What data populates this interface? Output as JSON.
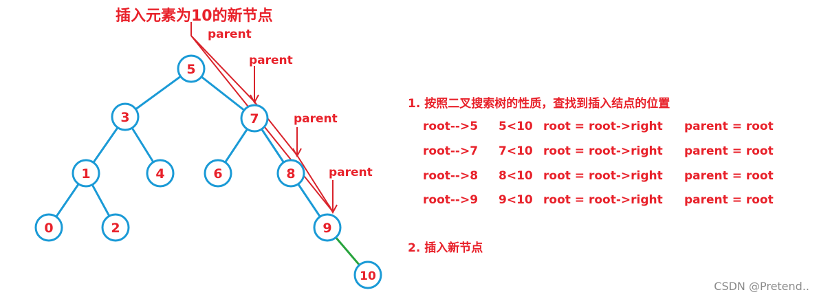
{
  "title": "插入元素为10的新节点",
  "parent_label": "parent",
  "nodes": [
    {
      "id": "n5",
      "label": "5"
    },
    {
      "id": "n3",
      "label": "3"
    },
    {
      "id": "n7",
      "label": "7"
    },
    {
      "id": "n1",
      "label": "1"
    },
    {
      "id": "n4",
      "label": "4"
    },
    {
      "id": "n6",
      "label": "6"
    },
    {
      "id": "n8",
      "label": "8"
    },
    {
      "id": "n0",
      "label": "0"
    },
    {
      "id": "n2",
      "label": "2"
    },
    {
      "id": "n9",
      "label": "9"
    },
    {
      "id": "n10",
      "label": "10"
    }
  ],
  "edges": [
    {
      "from": "n5",
      "to": "n3"
    },
    {
      "from": "n5",
      "to": "n7"
    },
    {
      "from": "n3",
      "to": "n1"
    },
    {
      "from": "n3",
      "to": "n4"
    },
    {
      "from": "n7",
      "to": "n6"
    },
    {
      "from": "n7",
      "to": "n8"
    },
    {
      "from": "n1",
      "to": "n0"
    },
    {
      "from": "n1",
      "to": "n2"
    },
    {
      "from": "n8",
      "to": "n9"
    }
  ],
  "new_edge": {
    "from": "n9",
    "to": "n10"
  },
  "steps": {
    "step1": "1. 按照二叉搜索树的性质，查找到插入结点的位置",
    "rows": [
      {
        "a": "root-->5",
        "b": "5<10",
        "c": "root = root->right",
        "d": "parent = root"
      },
      {
        "a": "root-->7",
        "b": "7<10",
        "c": "root = root->right",
        "d": "parent = root"
      },
      {
        "a": "root-->8",
        "b": "8<10",
        "c": "root = root->right",
        "d": "parent = root"
      },
      {
        "a": "root-->9",
        "b": "9<10",
        "c": "root = root->right",
        "d": "parent = root"
      }
    ],
    "step2": "2. 插入新节点"
  },
  "watermark": "CSDN @Pretend.."
}
